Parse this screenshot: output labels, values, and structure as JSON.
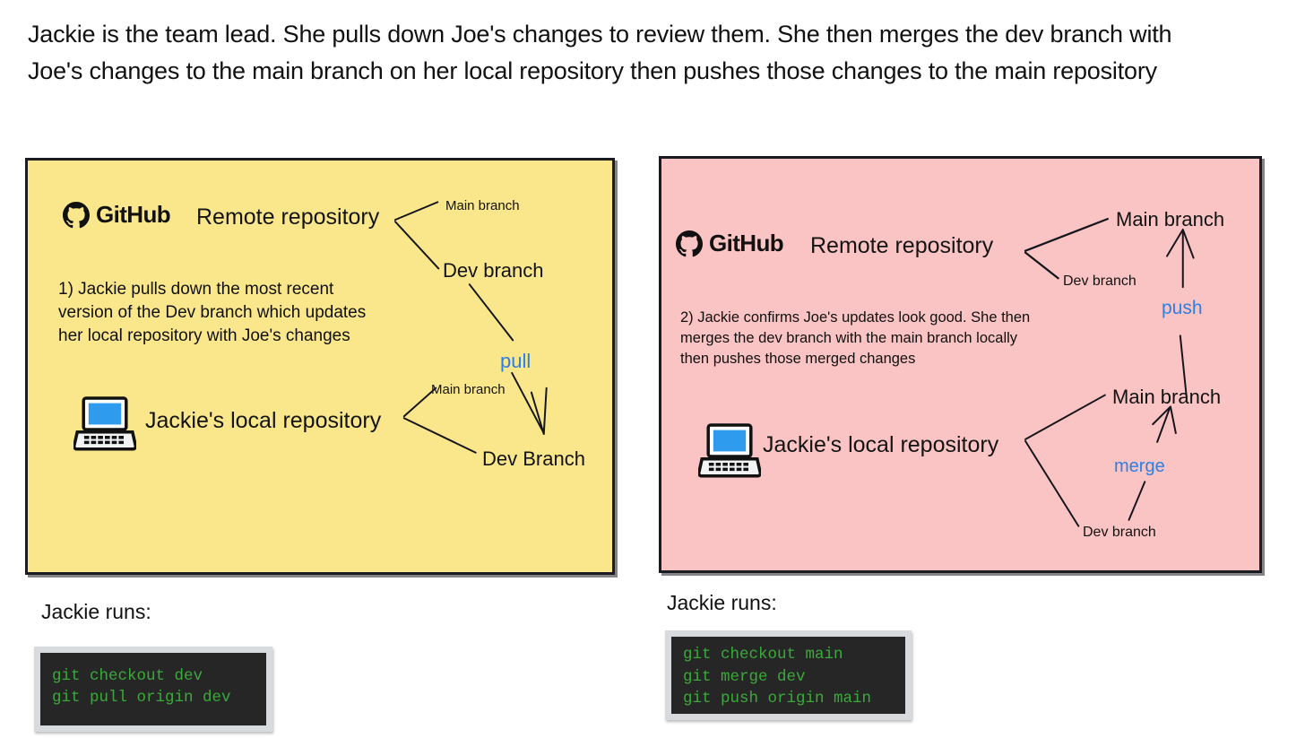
{
  "intro": "Jackie is the team lead. She pulls down Joe's changes to review them. She then merges the dev branch with Joe's changes to the main branch on her local repository then pushes those changes to the main repository",
  "colors": {
    "panel_left_bg": "#FAE78C",
    "panel_right_bg": "#FBC4C4",
    "panel_border": "#1B1B22",
    "action_blue": "#2E7FE0",
    "terminal_bg": "#262626",
    "terminal_text": "#3BA93B",
    "terminal_frame": "#D8DBDD",
    "laptop_screen": "#2E9BEF",
    "text": "#111111"
  },
  "icons": {
    "github": "github-logo-icon",
    "laptop": "laptop-icon",
    "arrow": "arrow-icon"
  },
  "left_panel": {
    "brand": "GitHub",
    "remote_label": "Remote repository",
    "remote_branches": {
      "main": "Main branch",
      "dev": "Dev branch"
    },
    "step_text": "1) Jackie pulls down the most recent\nversion of the Dev branch which updates\nher local repository with Joe's changes",
    "local_label": "Jackie's local repository",
    "local_branches": {
      "main": "Main branch",
      "dev": "Dev Branch"
    },
    "action": "pull"
  },
  "right_panel": {
    "brand": "GitHub",
    "remote_label": "Remote repository",
    "remote_branches": {
      "main": "Main branch",
      "dev": "Dev branch"
    },
    "step_text": "2) Jackie confirms Joe's updates look good. She then\nmerges the dev branch with the main branch locally\nthen pushes those merged changes",
    "local_label": "Jackie's local repository",
    "local_branches": {
      "main": "Main branch",
      "dev": "Dev branch"
    },
    "actions": {
      "push": "push",
      "merge": "merge"
    }
  },
  "left_terminal": {
    "caption": "Jackie runs:",
    "commands": "git checkout dev\ngit pull origin dev"
  },
  "right_terminal": {
    "caption": "Jackie runs:",
    "commands": "git checkout main\ngit merge dev\ngit push origin main"
  }
}
